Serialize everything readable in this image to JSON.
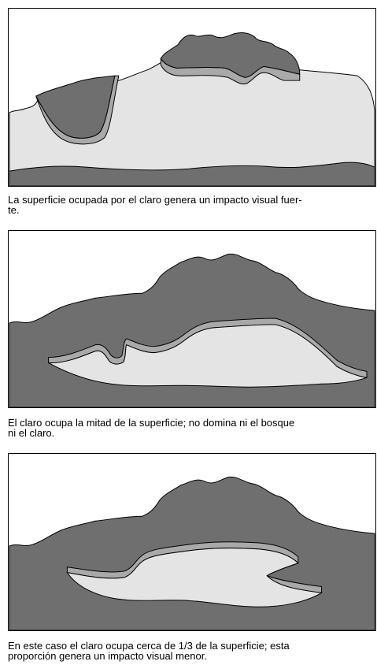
{
  "diagrams": [
    {
      "caption": "La superficie ocupada por el claro genera un impacto visual fuer-\nte."
    },
    {
      "caption": "El claro ocupa la mitad de la superficie; no domina ni el bosque\nni el claro."
    },
    {
      "caption": "En este caso el claro ocupa cerca de 1/3 de la superficie; esta\nproporción genera un impacto visual menor."
    }
  ],
  "colors": {
    "forest": "#6f6f6f",
    "clearing": "#e4e4e4",
    "edge": "#a9a9a9"
  }
}
